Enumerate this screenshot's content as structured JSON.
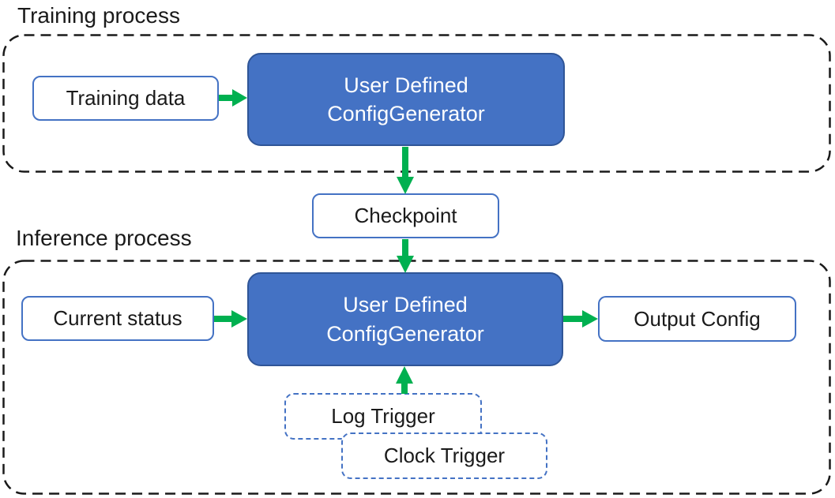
{
  "colors": {
    "arrow_green": "#00B050",
    "node_fill_blue": "#4472C4",
    "node_border_dark_blue": "#2F5597",
    "box_border_blue": "#4472C4",
    "region_border_black": "#1A1A1A"
  },
  "sections": {
    "training": {
      "label": "Training process"
    },
    "inference": {
      "label": "Inference process"
    }
  },
  "nodes": {
    "training_data": {
      "label": "Training data"
    },
    "training_generator": {
      "line1": "User Defined",
      "line2": "ConfigGenerator"
    },
    "checkpoint": {
      "label": "Checkpoint"
    },
    "current_status": {
      "label": "Current status"
    },
    "inference_generator": {
      "line1": "User Defined",
      "line2": "ConfigGenerator"
    },
    "output_config": {
      "label": "Output Config"
    },
    "log_trigger": {
      "label": "Log Trigger"
    },
    "clock_trigger": {
      "label": "Clock Trigger"
    }
  }
}
